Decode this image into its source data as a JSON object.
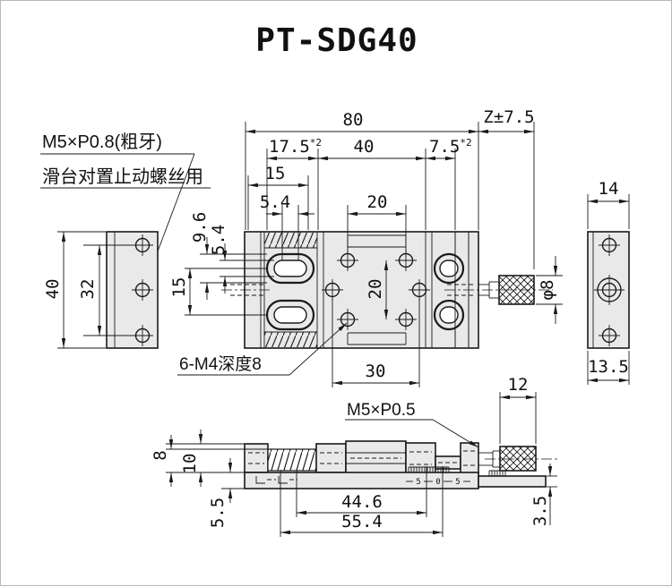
{
  "title": "PT-SDG40",
  "note": {
    "line1": "M5×P0.8(粗牙)",
    "line2": "滑台对置止动螺丝用"
  },
  "views": {
    "top": {
      "dims": {
        "width": "80",
        "travel": "Z±7.5",
        "seg_a": "17.5",
        "seg_b": "40",
        "seg_c": "7.5",
        "star": "*2",
        "w15": "15",
        "w54": "5.4",
        "w20": "20",
        "v96": "9.6",
        "v54": "5.4",
        "v15": "15",
        "v20": "20",
        "pitch30": "30"
      },
      "label": "6-M4深度8"
    },
    "left": {
      "dims": {
        "height": "40",
        "pitch": "32"
      }
    },
    "side": {
      "dims": {
        "width": "14",
        "dia": "φ8",
        "depth": "13.5"
      }
    },
    "front": {
      "dims": {
        "knob": "12",
        "h8": "8",
        "h10": "10",
        "base": "5.5",
        "len_a": "44.6",
        "len_b": "55.4",
        "plate": "3.5"
      },
      "label": "M5×P0.5",
      "scale": {
        "l": "5",
        "c": "0",
        "r": "5"
      }
    }
  }
}
